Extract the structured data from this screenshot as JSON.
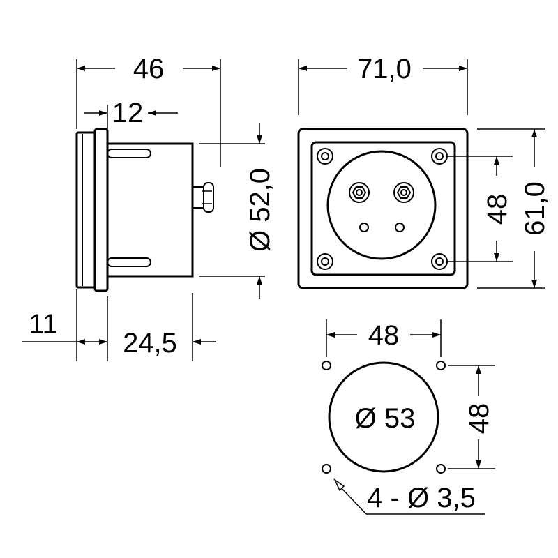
{
  "side_view": {
    "dim_total_depth": "46",
    "dim_bezel": "12",
    "dim_front": "11",
    "dim_body": "24,5",
    "dim_diameter": "Ø 52,0"
  },
  "rear_view": {
    "dim_width": "71,0",
    "dim_height": "61,0",
    "dim_hole_pitch": "48"
  },
  "cutout": {
    "dim_hole_pitch_h": "48",
    "dim_hole_pitch_v": "48",
    "dim_center_hole": "Ø 53",
    "dim_mount_holes": "4 - Ø 3,5"
  }
}
